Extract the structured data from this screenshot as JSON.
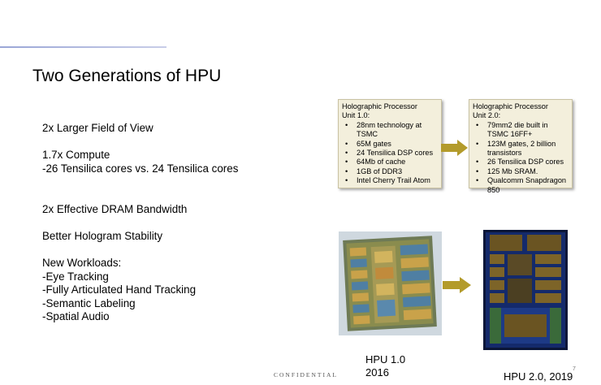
{
  "slide": {
    "title": "Two Generations of HPU",
    "left_lines": {
      "fov": "2x Larger Field of View",
      "compute": "1.7x Compute",
      "cores": "-26 Tensilica cores vs. 24 Tensilica cores",
      "dram": "2x Effective DRAM Bandwidth",
      "stability": "Better Hologram Stability",
      "workloads_header": "New Workloads:",
      "workloads": [
        "-Eye Tracking",
        "-Fully Articulated Hand Tracking",
        "-Semantic Labeling",
        "-Spatial Audio"
      ]
    },
    "hpu1_box": {
      "heading_1": "Holographic Processor",
      "heading_2": "Unit 1.0:",
      "items": [
        "28nm technology at TSMC",
        "65M gates",
        "24 Tensilica DSP cores",
        "64Mb of cache",
        "1GB of DDR3",
        "Intel Cherry Trail Atom"
      ]
    },
    "hpu2_box": {
      "heading_1": "Holographic Processor",
      "heading_2": "Unit 2.0:",
      "items": [
        "79mm2 die built in TSMC 16FF+",
        "123M gates, 2 billion transistors",
        "26 Tensilica DSP cores",
        "125 Mb SRAM.",
        "Qualcomm Snapdragon 850"
      ]
    },
    "caption_hpu1_line1": "HPU 1.0",
    "caption_hpu1_line2": "2016",
    "caption_hpu2": "HPU 2.0, 2019",
    "footer_confidential": "CONFIDENTIAL",
    "page_number": "7",
    "colors": {
      "arrow": "#b39b2b",
      "box_bg": "#f3efdc"
    }
  }
}
